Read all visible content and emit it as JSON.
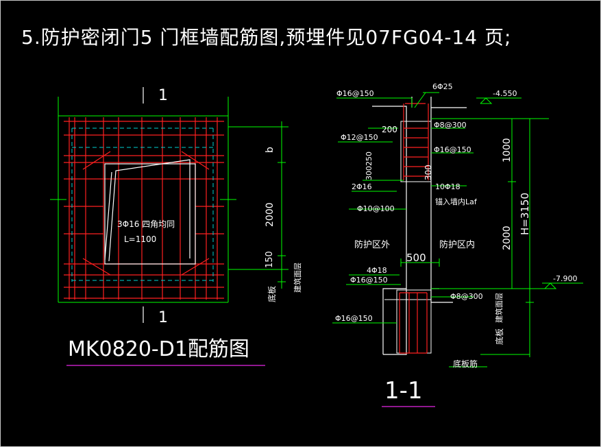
{
  "header": {
    "title": "5.防护密闭门5 门框墙配筋图,预埋件见07FG04-14 页;"
  },
  "elevation": {
    "section_mark": "1",
    "section_mark_bottom": "1",
    "rebar_note_1": "3Φ16 四角均同",
    "rebar_note_2": "L=1100",
    "dim_b": "b",
    "dim_2000": "2000",
    "dim_150": "150",
    "label_side_1": "建筑面层",
    "label_side_2": "底板",
    "caption": "MK0820-D1配筋图"
  },
  "section": {
    "rebar_top": "6Φ25",
    "elev_top": "-4.550",
    "elev_bottom": "-7.900",
    "r_phi16_150_a": "Φ16@150",
    "r_phi8_300_a": "Φ8@300",
    "dim_200": "200",
    "r_phi12_150": "Φ12@150",
    "r_phi16_150_b": "Φ16@150",
    "dim_300250": "300250",
    "dim_300": "300",
    "r_2phi16": "2Φ16",
    "r_10phi18": "10Φ18",
    "note_anchor": "锚入墙内Laf",
    "r_phi10_100": "Φ10@100",
    "zone_out": "防护区外",
    "zone_in": "防护区内",
    "dim_500": "500",
    "r_4phi18": "4Φ18",
    "r_phi16_150_c": "Φ16@150",
    "r_phi8_300_b": "Φ8@300",
    "r_phi16_150_d": "Φ16@150",
    "note_bottom": "底板筋",
    "dim_1000": "1000",
    "dim_2000": "2000",
    "dim_h": "H=3150",
    "label_side_1": "建筑面层",
    "label_side_2": "底板",
    "caption": "1-1"
  },
  "colors": {
    "bg": "#000000",
    "white": "#ffffff",
    "red": "#ff2020",
    "green": "#00ff00",
    "cyan": "#00d0d0",
    "magenta": "#c020c0"
  }
}
